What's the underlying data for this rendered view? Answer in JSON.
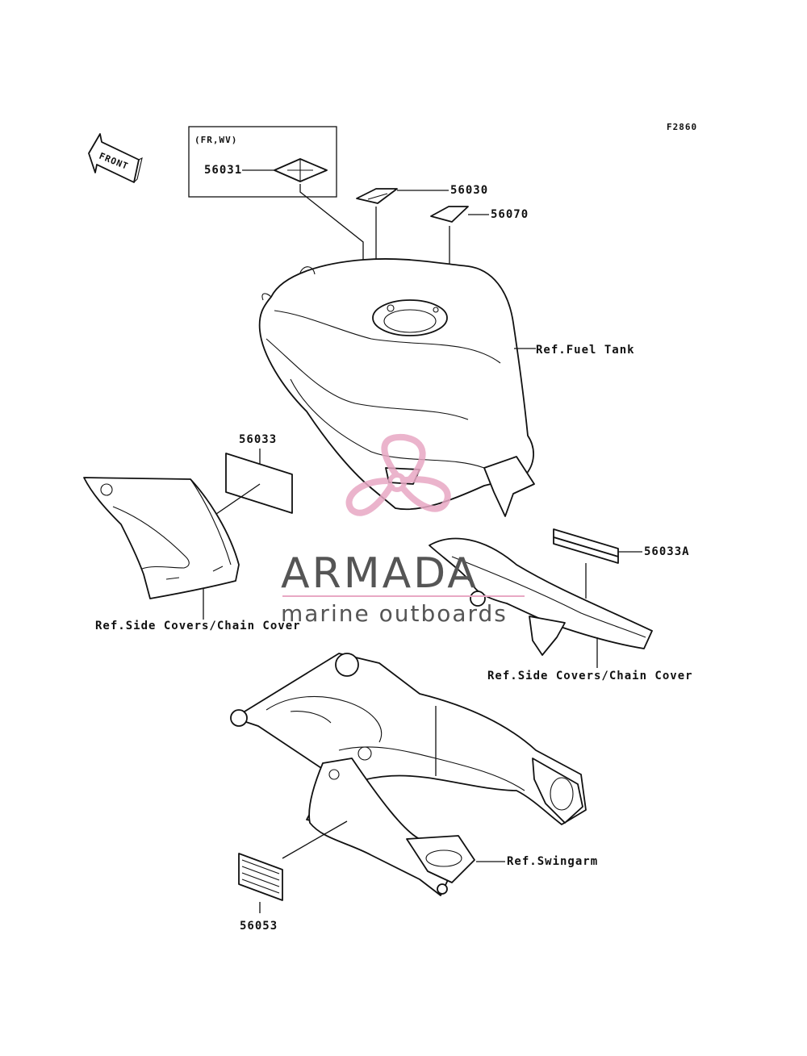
{
  "figure_code": "F2860",
  "front_marker": "FRONT",
  "variant_box": {
    "title": "(FR,WV)",
    "part": "56031"
  },
  "labels": {
    "p56030": "56030",
    "p56070": "56070",
    "p56033": "56033",
    "p56033A": "56033A",
    "p56053": "56053",
    "ref_fuel_tank": "Ref.Fuel Tank",
    "ref_side_left": "Ref.Side Covers/Chain Cover",
    "ref_side_right": "Ref.Side Covers/Chain Cover",
    "ref_swingarm": "Ref.Swingarm"
  },
  "watermark": {
    "brand": "ARMADA",
    "tagline": "marine outboards",
    "color_logo": "#e8a8c4",
    "color_text": "#555555"
  }
}
